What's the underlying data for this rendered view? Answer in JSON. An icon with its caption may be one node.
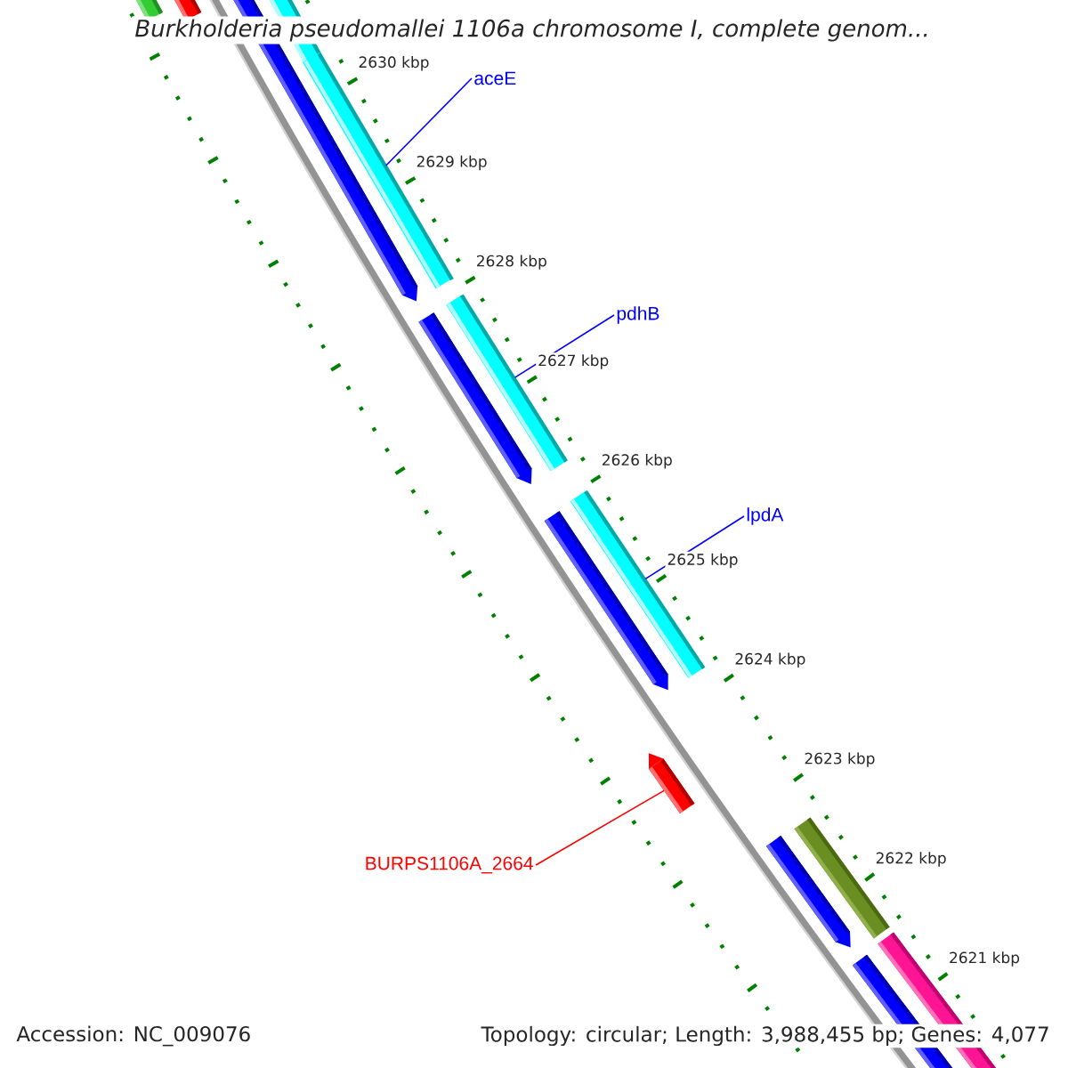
{
  "diagram": {
    "title": "Burkholderia pseudomallei 1106a chromosome I, complete genom...",
    "nodes": [
      {
        "text": [
          "aceE"
        ]
      },
      {
        "text": [],
        "shape": "bar"
      },
      {
        "text": [
          "pdhB"
        ]
      },
      {
        "text": [],
        "shape": "bar"
      },
      {
        "text": [
          "lpdA"
        ]
      },
      {
        "text": [],
        "shape": "bar"
      },
      {
        "text": [
          "BURPS1106A_2664"
        ]
      },
      {
        "text": [],
        "shape": "bar"
      }
    ],
    "edges": [
      {
        "from": 0,
        "to": 1,
        "arrow": "none"
      },
      {
        "from": 2,
        "to": 3,
        "arrow": "none"
      },
      {
        "from": 4,
        "to": 5,
        "arrow": "none"
      },
      {
        "from": 6,
        "to": 7,
        "arrow": "none",
        "color": "#ff0000"
      }
    ],
    "labels": [
      "2630 kbp",
      "2629 kbp",
      "2628 kbp",
      "2627 kbp",
      "2626 kbp",
      "2625 kbp",
      "2624 kbp",
      "2623 kbp",
      "2622 kbp",
      "2621 kbp",
      "Accession: NC_009076",
      "Topology: circular; Length: 3,988,455 bp; Genes: 4,077"
    ]
  }
}
